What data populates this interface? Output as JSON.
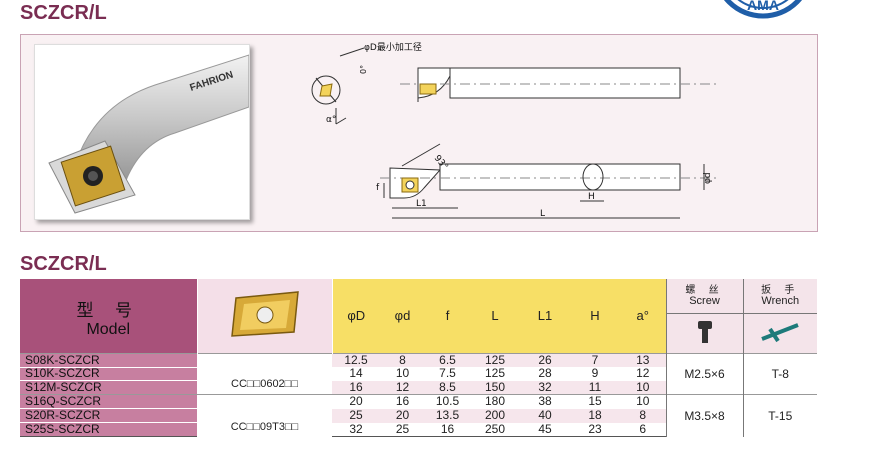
{
  "title_top": "SCZCR/L",
  "title_table": "SCZCR/L",
  "photo_brand": "FAHRION",
  "drawing": {
    "min_bore_label": "φD最小加工径",
    "angle_zero": "0°",
    "angle_a": "α°",
    "angle_93": "93°",
    "dim_f": "f",
    "dim_L1": "L1",
    "dim_L": "L",
    "dim_H": "H",
    "dim_phid": "φd"
  },
  "table": {
    "model_zh": "型 号",
    "model_en": "Model",
    "param_headers": [
      "φD",
      "φd",
      "f",
      "L",
      "L1",
      "H",
      "a°"
    ],
    "screw_zh": "螺 丝",
    "screw_en": "Screw",
    "wrench_zh": "扳 手",
    "wrench_en": "Wrench",
    "groups": [
      {
        "insert": "CC□□0602□□",
        "screw": "M2.5×6",
        "wrench": "T-8",
        "rows": [
          {
            "model": "S08K-SCZCR",
            "vals": [
              "12.5",
              "8",
              "6.5",
              "125",
              "26",
              "7",
              "13"
            ]
          },
          {
            "model": "S10K-SCZCR",
            "vals": [
              "14",
              "10",
              "7.5",
              "125",
              "28",
              "9",
              "12"
            ]
          },
          {
            "model": "S12M-SCZCR",
            "vals": [
              "16",
              "12",
              "8.5",
              "150",
              "32",
              "11",
              "10"
            ]
          }
        ]
      },
      {
        "insert": "CC□□09T3□□",
        "screw": "M3.5×8",
        "wrench": "T-15",
        "rows": [
          {
            "model": "S16Q-SCZCR",
            "vals": [
              "20",
              "16",
              "10.5",
              "180",
              "38",
              "15",
              "10"
            ]
          },
          {
            "model": "S20R-SCZCR",
            "vals": [
              "25",
              "20",
              "13.5",
              "200",
              "40",
              "18",
              "8"
            ]
          },
          {
            "model": "S25S-SCZCR",
            "vals": [
              "32",
              "25",
              "16",
              "250",
              "45",
              "23",
              "6"
            ]
          }
        ]
      }
    ]
  }
}
